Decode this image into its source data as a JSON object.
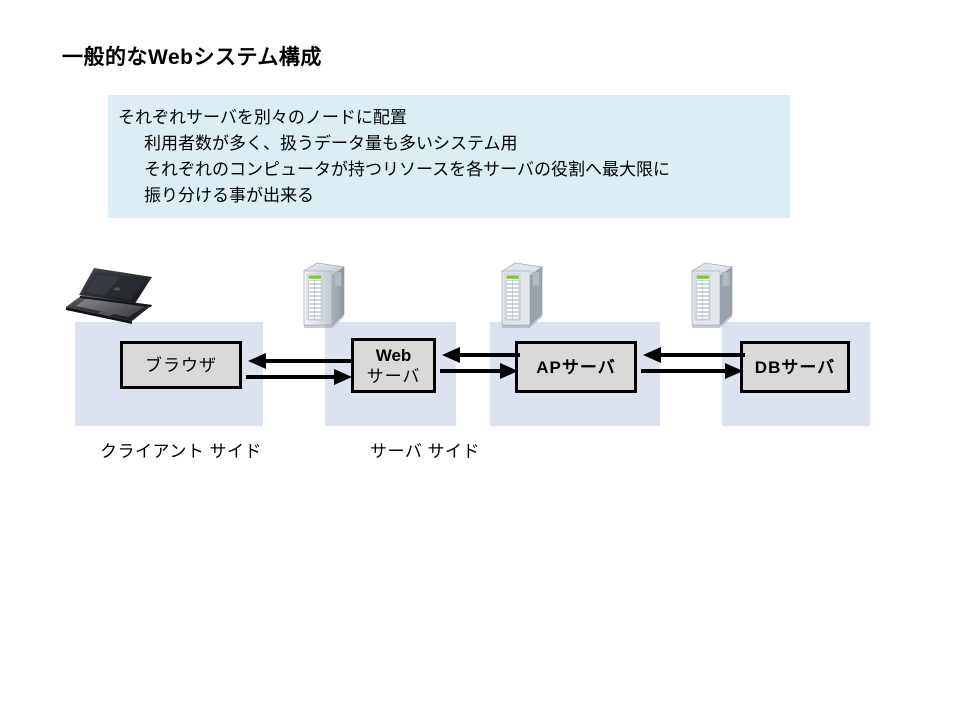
{
  "slide": {
    "title": "一般的なWebシステム構成",
    "background_color": "#ffffff"
  },
  "info_box": {
    "background_color": "#dceef3",
    "lines": [
      {
        "text": "それぞれサーバを別々のノードに配置",
        "indent": false
      },
      {
        "text": "利用者数が多く、扱うデータ量も多いシステム用",
        "indent": true
      },
      {
        "text": "それぞれのコンピュータが持つリソースを各サーバの役割へ最大限に",
        "indent": true
      },
      {
        "text": "振り分ける事が出来る",
        "indent": true
      }
    ]
  },
  "diagram": {
    "region_color": "#dce3ef",
    "box_fill_color": "#d9d9d9",
    "box_border_color": "#000000",
    "nodes": [
      {
        "id": "browser",
        "label_jp": "ブラウザ",
        "label_en": ""
      },
      {
        "id": "web",
        "label_jp": "サーバ",
        "label_en": "Web"
      },
      {
        "id": "ap",
        "label_jp": "APサーバ",
        "label_en": ""
      },
      {
        "id": "db",
        "label_jp": "DBサーバ",
        "label_en": ""
      }
    ],
    "connections": [
      {
        "id": "browser-web",
        "from": "browser",
        "to": "web",
        "bidirectional": true
      },
      {
        "id": "web-ap",
        "from": "web",
        "to": "ap",
        "bidirectional": true
      },
      {
        "id": "ap-db",
        "from": "ap",
        "to": "db",
        "bidirectional": true
      }
    ],
    "side_labels": {
      "client": "クライアント サイド",
      "server": "サーバ サイド"
    },
    "icons": {
      "laptop": "laptop-icon",
      "server_tower": "server-tower-icon"
    }
  }
}
